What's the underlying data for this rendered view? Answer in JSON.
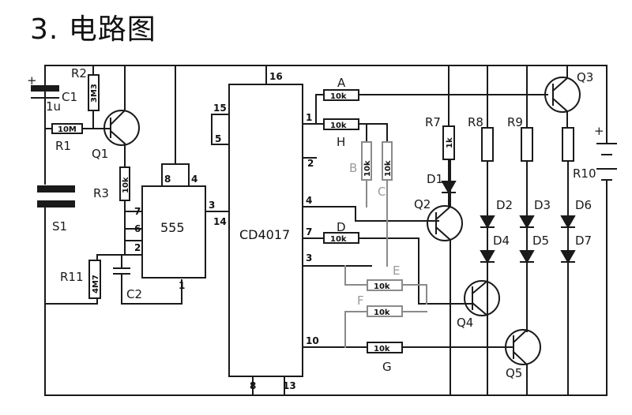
{
  "heading": "3. 电路图",
  "chips": {
    "timer": "555",
    "counter": "CD4017"
  },
  "components": {
    "C1": "C1",
    "C1_value": "1u",
    "R1": "R1",
    "R1_value": "10M",
    "R2": "R2",
    "R2_value": "3M3",
    "R3": "R3",
    "R3_value": "10k",
    "R11": "R11",
    "R11_value": "4M7",
    "C2": "C2",
    "S1": "S1",
    "Q1": "Q1",
    "Q2": "Q2",
    "Q3": "Q3",
    "Q4": "Q4",
    "Q5": "Q5",
    "R7": "R7",
    "R7_value": "1k",
    "R8": "R8",
    "R9": "R9",
    "R10": "R10",
    "D1": "D1",
    "D2": "D2",
    "D3": "D3",
    "D4": "D4",
    "D5": "D5",
    "D6": "D6",
    "D7": "D7",
    "res_10k": "10k",
    "A": "A",
    "B": "B",
    "C": "C",
    "D": "D",
    "E": "E",
    "F": "F",
    "G": "G",
    "H": "H"
  },
  "pins_555": {
    "p8": "8",
    "p4": "4",
    "p7": "7",
    "p6": "6",
    "p2": "2",
    "p1": "1",
    "p3": "3"
  },
  "pins_4017": {
    "p16": "16",
    "p15": "15",
    "p5": "5",
    "p14": "14",
    "p1": "1",
    "p2": "2",
    "p4": "4",
    "p7": "7",
    "p3": "3",
    "p10": "10",
    "p8": "8",
    "p13": "13"
  },
  "battery_polarity": "+",
  "c1_polarity": "+"
}
